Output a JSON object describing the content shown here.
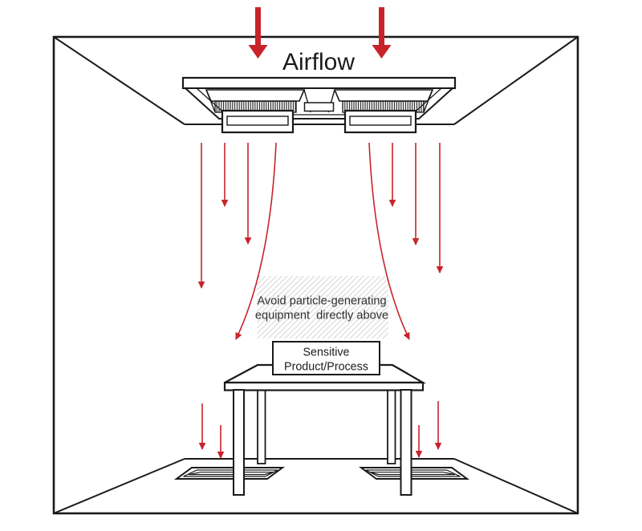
{
  "diagram": {
    "title": "Airflow",
    "note": {
      "line1": "Avoid particle-generating",
      "line2": "equipment  directly above"
    },
    "product_box": {
      "line1": "Sensitive",
      "line2": "Product/Process"
    },
    "colors": {
      "arrow_red": "#c9232a",
      "line_ink": "#1a1a1a",
      "note_hatch_gray": "#dbdbdb"
    }
  }
}
